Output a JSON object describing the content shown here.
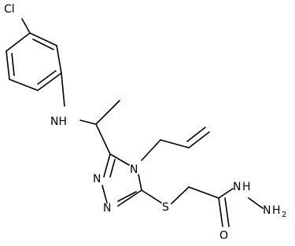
{
  "atoms": {
    "cl": "Cl",
    "nh": "NH",
    "n4": "N",
    "n1": "N",
    "n2": "N",
    "s": "S",
    "nh_hydrazide": "N",
    "h_hydrazide": "H",
    "nh2_n": "N",
    "nh2_h": "H",
    "nh2_sub": "2",
    "o": "O"
  },
  "colors": {
    "bond": "#000000",
    "text": "#000000",
    "background": "#ffffff"
  }
}
